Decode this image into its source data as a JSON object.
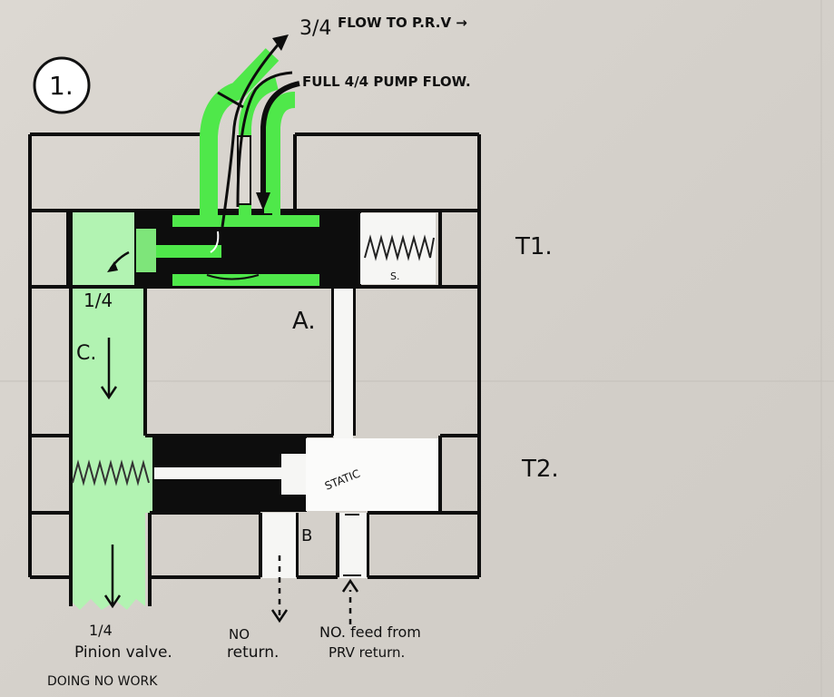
{
  "title": {
    "number": "1."
  },
  "top_labels": {
    "fraction_prv": "3/4",
    "flow_to_prv": "FLOW TO P.R.V →",
    "full_pump_flow": "FULL 4/4 PUMP FLOW."
  },
  "tiers": {
    "t1": "T1.",
    "t2": "T2."
  },
  "parts": {
    "spring_label": "S.",
    "port_a": "A.",
    "port_b": "B",
    "port_c": "C.",
    "static": "STATIC",
    "quarter_flow": "1/4"
  },
  "bottom_labels": {
    "pinion_fraction": "1/4",
    "pinion_valve": "Pinion valve.",
    "doing_no_work": "DOING NO WORK",
    "no_return_1": "NO",
    "no_return_2": "return.",
    "no_feed_1": "NO. feed from",
    "no_feed_2": "PRV return."
  },
  "colors": {
    "flow_green": "#4fe84a",
    "light_green": "#b2f3b2",
    "ink": "#0d0d0d",
    "static_white": "#ffffff"
  }
}
